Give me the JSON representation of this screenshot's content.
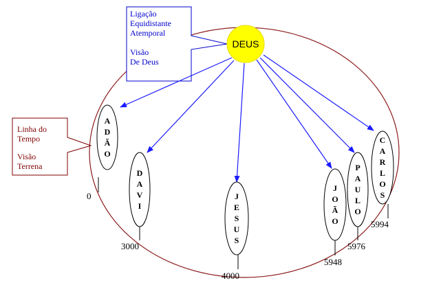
{
  "god": {
    "label": "DEUS",
    "fill": "#ffff00"
  },
  "callout_top": {
    "lines": [
      "Ligação",
      "Equidistante",
      "Atemporal",
      "",
      "Visão",
      "De Deus"
    ],
    "color": "#0000cc"
  },
  "callout_left": {
    "lines": [
      "Linha do",
      "Tempo",
      "",
      "Visão",
      "Terrena"
    ],
    "color": "#800000"
  },
  "timeline_ring_color": "#8b1a1a",
  "arrow_color": "#1a1aff",
  "figures": [
    {
      "id": "adao",
      "letters": [
        "A",
        "D",
        "Ã",
        "O"
      ],
      "year": "0"
    },
    {
      "id": "davi",
      "letters": [
        "D",
        "A",
        "V",
        "I"
      ],
      "year": "3000"
    },
    {
      "id": "jesus",
      "letters": [
        "J",
        "E",
        "S",
        "U",
        "S"
      ],
      "year": "4000"
    },
    {
      "id": "joao",
      "letters": [
        "J",
        "O",
        "Ã",
        "O"
      ],
      "year": "5948"
    },
    {
      "id": "paulo",
      "letters": [
        "P",
        "A",
        "U",
        "L",
        "O"
      ],
      "year": "5976"
    },
    {
      "id": "carlos",
      "letters": [
        "C",
        "A",
        "R",
        "L",
        "O",
        "S"
      ],
      "year": "5994"
    }
  ]
}
